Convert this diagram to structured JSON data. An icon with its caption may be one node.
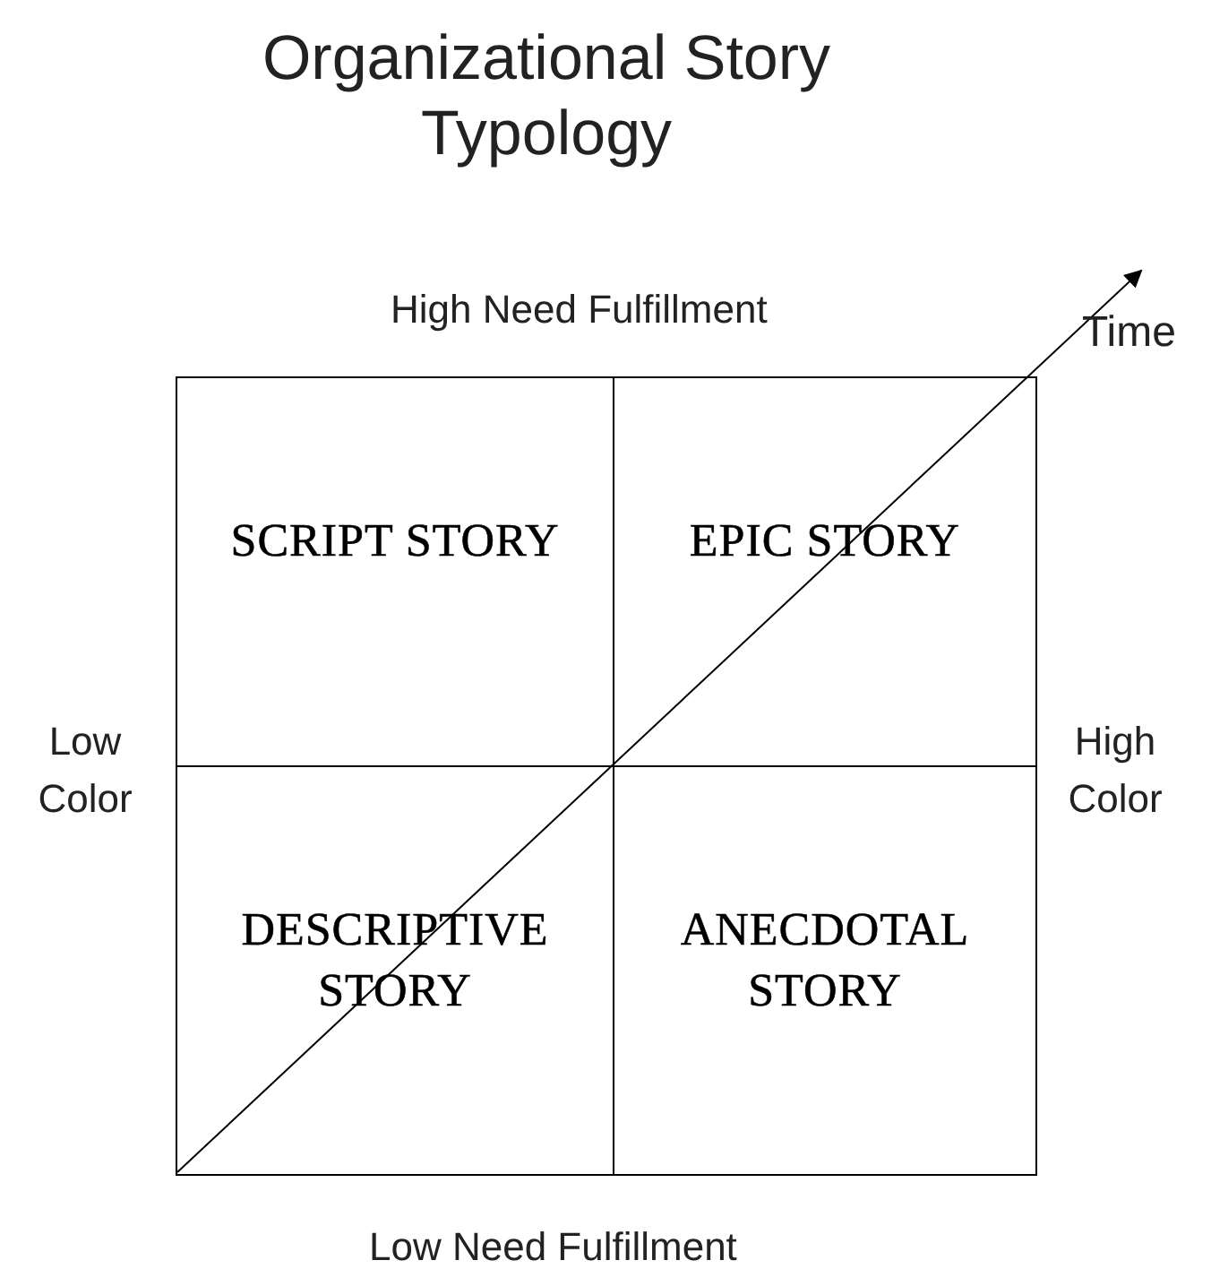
{
  "diagram": {
    "title": "Organizational Story Typology",
    "nodes": [
      {
        "text": [
          "SCRIPT STORY"
        ]
      },
      {
        "text": [
          "EPIC STORY"
        ]
      },
      {
        "text": [
          "DESCRIPTIVE STORY"
        ]
      },
      {
        "text": [
          "ANECDOTAL STORY"
        ]
      }
    ],
    "labels": [
      "High Need Fulfillment",
      "Time",
      "Low Color",
      "High Color",
      "Low Need Fulfillment"
    ]
  }
}
